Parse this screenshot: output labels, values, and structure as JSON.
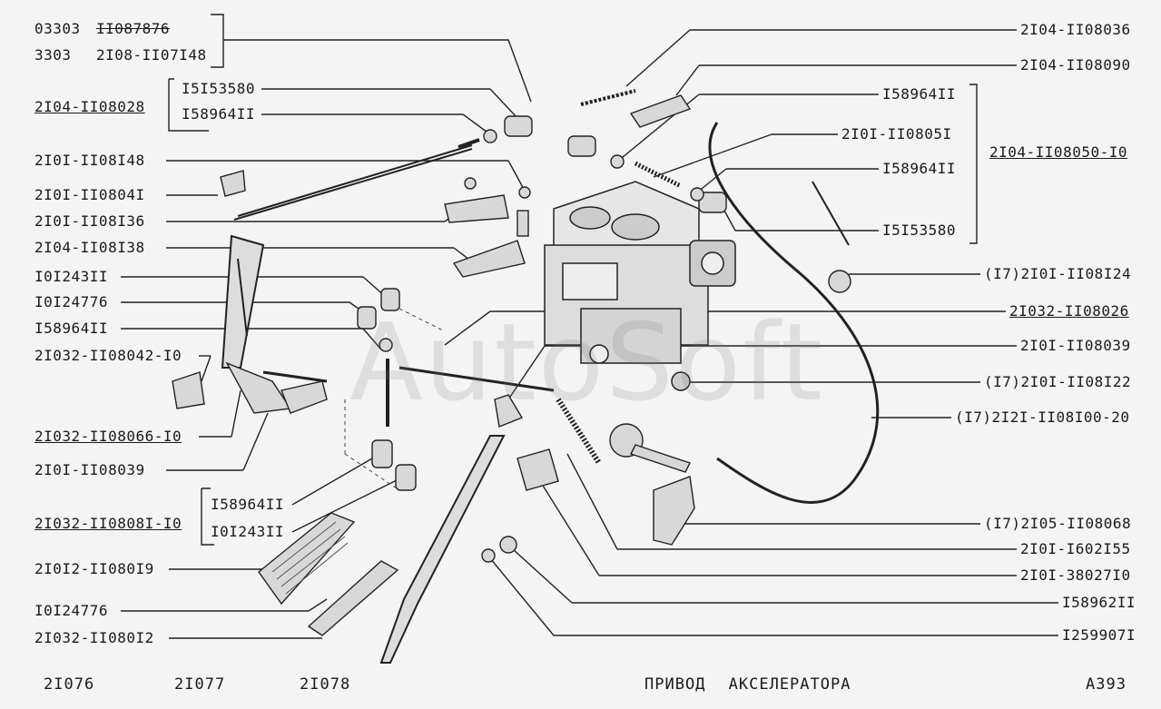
{
  "watermark": "AutoSoft",
  "title": "ПРИВОД АКСЕЛЕРАТОРА",
  "models": [
    "2I076",
    "2I077",
    "2I078"
  ],
  "page_code": "A393",
  "left_labels": [
    {
      "text": "03303",
      "underline": false
    },
    {
      "text": "II087876",
      "underline": false,
      "strike": true
    },
    {
      "text": "3303",
      "underline": false
    },
    {
      "text": "2I08-II07I48",
      "underline": false
    },
    {
      "text": "2I04-II08028",
      "underline": true
    },
    {
      "text": "I5I53580",
      "underline": false
    },
    {
      "text": "I58964II",
      "underline": false
    },
    {
      "text": "2I0I-II08I48",
      "underline": false
    },
    {
      "text": "2I0I-II0804I",
      "underline": false
    },
    {
      "text": "2I0I-II08I36",
      "underline": false
    },
    {
      "text": "2I04-II08I38",
      "underline": false
    },
    {
      "text": "I0I243II",
      "underline": false
    },
    {
      "text": "I0I24776",
      "underline": false
    },
    {
      "text": "I58964II",
      "underline": false
    },
    {
      "text": "2I032-II08042-I0",
      "underline": false
    },
    {
      "text": "2I032-II08066-I0",
      "underline": true
    },
    {
      "text": "2I0I-II08039",
      "underline": false
    },
    {
      "text": "I58964II",
      "underline": false
    },
    {
      "text": "2I032-II0808I-I0",
      "underline": true
    },
    {
      "text": "I0I243II",
      "underline": false
    },
    {
      "text": "2I0I2-II080I9",
      "underline": false
    },
    {
      "text": "I0I24776",
      "underline": false
    },
    {
      "text": "2I032-II080I2",
      "underline": false
    }
  ],
  "right_labels": [
    {
      "text": "2I04-II08036",
      "underline": false
    },
    {
      "text": "2I04-II08090",
      "underline": false
    },
    {
      "text": "I58964II",
      "underline": false
    },
    {
      "text": "2I0I-II0805I",
      "underline": false
    },
    {
      "text": "2I04-II08050-I0",
      "underline": true
    },
    {
      "text": "I58964II",
      "underline": false
    },
    {
      "text": "I5I53580",
      "underline": false
    },
    {
      "text": "(I7)2I0I-II08I24",
      "underline": false
    },
    {
      "text": "2I032-II08026",
      "underline": true
    },
    {
      "text": "2I0I-II08039",
      "underline": false
    },
    {
      "text": "(I7)2I0I-II08I22",
      "underline": false
    },
    {
      "text": "(I7)2I2I-II08I00-20",
      "underline": false
    },
    {
      "text": "(I7)2I05-II08068",
      "underline": false
    },
    {
      "text": "2I0I-I602I55",
      "underline": false
    },
    {
      "text": "2I0I-38027I0",
      "underline": false
    },
    {
      "text": "I58962II",
      "underline": false
    },
    {
      "text": "I259907I",
      "underline": false
    }
  ]
}
